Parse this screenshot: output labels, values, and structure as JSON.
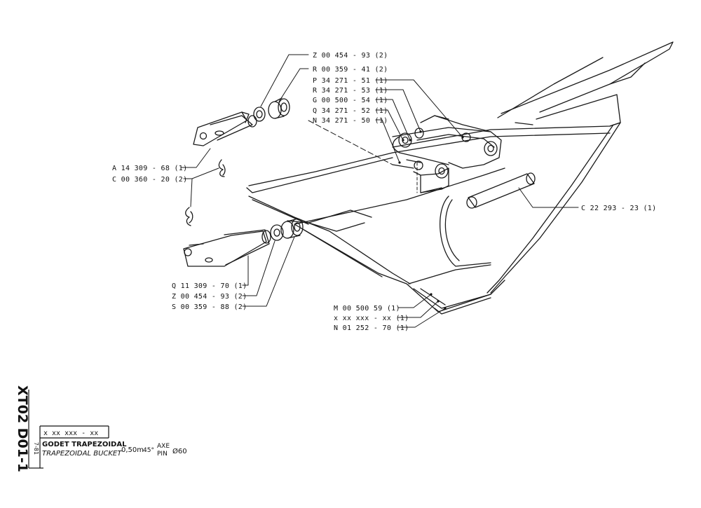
{
  "parts": {
    "z_00_454_93_top": "Z  00  454 - 93  (2)",
    "r_00_359_41": "R  00  359 - 41  (2)",
    "p_34_271_51": "P  34  271 - 51  (1)",
    "r_34_271_53": "R  34  271 - 53  (1)",
    "g_00_500_54": "G  00  500 - 54  (1)",
    "q_34_271_52": "Q  34  271 - 52  (1)",
    "n_34_271_50": "N  34  271 - 50  (1)",
    "a_14_309_68": "A  14   309 - 68  (1)",
    "c_00_360_20": "C  00  360 - 20  (2)",
    "c_22_293_23": "C  22  293 - 23  (1)",
    "q_11_309_70": "Q  11   309 - 70  (1)",
    "z_00_454_93_bottom": "Z   00  454 - 93  (2)",
    "s_00_359_88": "S  00  359 - 88  (2)",
    "m_00_500_59": "M  00  500   59  (1)",
    "x_xx_xxx_xx": "x   xx  xxx - xx  (1)",
    "n_01_252_70": "N  01  252 - 70  (1)"
  },
  "title_block": {
    "drawing_number": "XT02 D01-1",
    "date": "7-81",
    "reference": "x  xx   xxx - xx",
    "title_fr": "GODET TRAPEZOIDAL",
    "title_en": "TRAPEZOIDAL BUCKET",
    "capacity": "0,50m",
    "angle": "45°",
    "axe_label": "AXE",
    "pin_label": "PIN",
    "pin_diameter": "Ø60"
  }
}
